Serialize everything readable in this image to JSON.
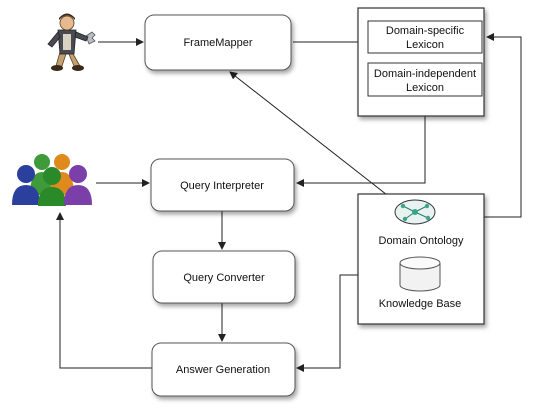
{
  "nodes": {
    "framemapper": "FrameMapper",
    "query_interpreter": "Query Interpreter",
    "query_converter": "Query Converter",
    "answer_generation": "Answer Generation"
  },
  "lexicon_panel": {
    "domain_specific": [
      "Domain-specific",
      "Lexicon"
    ],
    "domain_independent": [
      "Domain-independent",
      "Lexicon"
    ]
  },
  "knowledge_panel": {
    "ontology": "Domain Ontology",
    "knowledge_base": "Knowledge Base"
  },
  "icons": {
    "admin": "administrator-person-icon",
    "users": "user-group-icon",
    "ontology": "ontology-graph-icon",
    "database": "database-cylinder-icon"
  }
}
